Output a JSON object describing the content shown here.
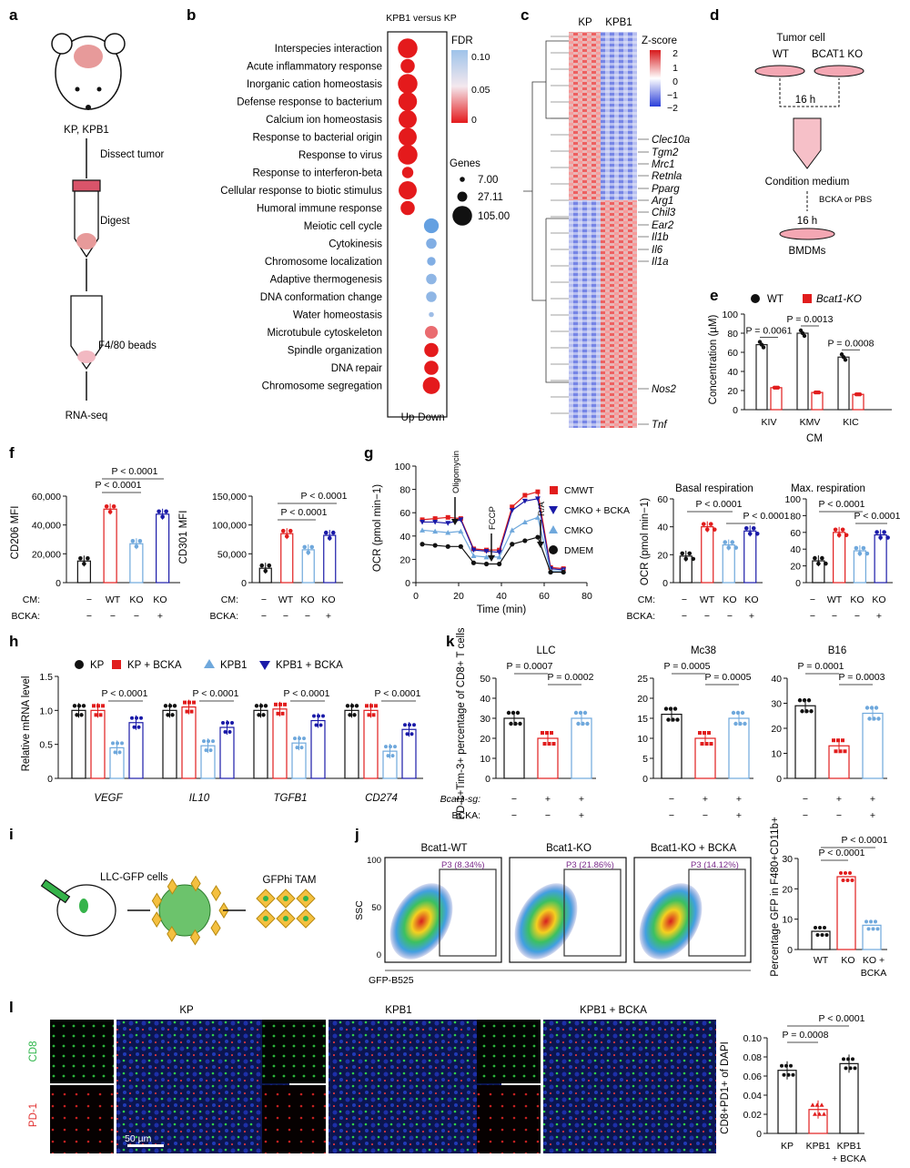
{
  "colors": {
    "red": "#e11d1d",
    "red_light": "#f28b8b",
    "blue_dark": "#1a1aa8",
    "blue_light": "#6fa8dc",
    "black": "#111111",
    "bar_outline_wt": "#222222"
  },
  "panel_letters": [
    "a",
    "b",
    "c",
    "d",
    "e",
    "f",
    "g",
    "h",
    "i",
    "j",
    "k",
    "l"
  ],
  "panel_a": {
    "labels": [
      "KP, KPB1",
      "Dissect tumor",
      "Digest",
      "F4/80 beads",
      "RNA-seq"
    ]
  },
  "panel_b": {
    "title": "KPB1 versus KP",
    "terms": [
      {
        "label": "Interspecies interaction",
        "col": "Up",
        "genes": 105,
        "fdr": 0.0
      },
      {
        "label": "Acute inflammatory response",
        "col": "Up",
        "genes": 55,
        "fdr": 0.0
      },
      {
        "label": "Inorganic cation homeostasis",
        "col": "Up",
        "genes": 105,
        "fdr": 0.0
      },
      {
        "label": "Defense response to bacterium",
        "col": "Up",
        "genes": 95,
        "fdr": 0.0
      },
      {
        "label": "Calcium ion homeostasis",
        "col": "Up",
        "genes": 90,
        "fdr": 0.0
      },
      {
        "label": "Response to bacterial origin",
        "col": "Up",
        "genes": 90,
        "fdr": 0.0
      },
      {
        "label": "Response to virus",
        "col": "Up",
        "genes": 105,
        "fdr": 0.0
      },
      {
        "label": "Response to interferon-beta",
        "col": "Up",
        "genes": 35,
        "fdr": 0.0
      },
      {
        "label": "Cellular response to biotic stimulus",
        "col": "Up",
        "genes": 90,
        "fdr": 0.0
      },
      {
        "label": "Humoral immune response",
        "col": "Up",
        "genes": 55,
        "fdr": 0.0
      },
      {
        "label": "Meiotic cell cycle",
        "col": "Down",
        "genes": 60,
        "fdr": 0.1
      },
      {
        "label": "Cytokinesis",
        "col": "Down",
        "genes": 30,
        "fdr": 0.09
      },
      {
        "label": "Chromosome localization",
        "col": "Down",
        "genes": 20,
        "fdr": 0.09
      },
      {
        "label": "Adaptive thermogenesis",
        "col": "Down",
        "genes": 30,
        "fdr": 0.085
      },
      {
        "label": "DNA conformation change",
        "col": "Down",
        "genes": 30,
        "fdr": 0.085
      },
      {
        "label": "Water homeostasis",
        "col": "Down",
        "genes": 7,
        "fdr": 0.08
      },
      {
        "label": "Microtubule cytoskeleton",
        "col": "Down",
        "genes": 45,
        "fdr": 0.02
      },
      {
        "label": "Spindle organization",
        "col": "Down",
        "genes": 55,
        "fdr": 0.0
      },
      {
        "label": "DNA repair",
        "col": "Down",
        "genes": 55,
        "fdr": 0.0
      },
      {
        "label": "Chromosome segregation",
        "col": "Down",
        "genes": 80,
        "fdr": 0.0
      }
    ],
    "x_labels": [
      "Up",
      "Down"
    ],
    "fdr_title": "FDR",
    "fdr_ticks": [
      "0.10",
      "0.05",
      "0"
    ],
    "genes_title": "Genes",
    "genes_legend": [
      "7.00",
      "27.11",
      "105.00"
    ]
  },
  "panel_c": {
    "col_labels": [
      "KP",
      "KPB1"
    ],
    "zscore_title": "Z-score",
    "zscore_ticks": [
      "2",
      "1",
      "0",
      "−1",
      "−2"
    ],
    "genes": [
      "Clec10a",
      "Tgm2",
      "Mrc1",
      "Retnla",
      "Pparg",
      "Arg1",
      "Chil3",
      "Ear2",
      "Il1b",
      "Il6",
      "Il1a",
      "Nos2",
      "Tnf"
    ]
  },
  "panel_d": {
    "tumor_cell": "Tumor cell",
    "wt": "WT",
    "ko": "BCAT1 KO",
    "time1": "16 h",
    "cm": "Condition medium",
    "treatment": "BCKA or PBS",
    "time2": "16 h",
    "bmdm": "BMDMs"
  },
  "panel_e": {
    "legend": [
      "WT",
      "Bcat1-KO"
    ],
    "ylabel": "Concentration (µM)",
    "yticks": [
      "0",
      "20",
      "40",
      "60",
      "80",
      "100"
    ],
    "xlabel": "CM",
    "categories": [
      "KIV",
      "KMV",
      "KIC"
    ],
    "wt": [
      68,
      80,
      55
    ],
    "ko": [
      23,
      18,
      16
    ],
    "pvalues": [
      "P = 0.0061",
      "P = 0.0013",
      "P = 0.0008"
    ]
  },
  "chart_data": [
    {
      "panel": "e",
      "type": "bar",
      "categories": [
        "KIV",
        "KMV",
        "KIC"
      ],
      "series": [
        {
          "name": "WT",
          "values": [
            68,
            80,
            55
          ]
        },
        {
          "name": "Bcat1-KO",
          "values": [
            23,
            18,
            16
          ]
        }
      ],
      "ylabel": "Concentration (µM)",
      "xlabel": "CM",
      "ylim": [
        0,
        100
      ]
    },
    {
      "panel": "f-CD206",
      "type": "bar",
      "categories": [
        "−",
        "WT",
        "KO",
        "KO+BCKA"
      ],
      "values": [
        15000,
        51000,
        27000,
        47500
      ],
      "ylabel": "CD206 MFI",
      "ylim": [
        0,
        60000
      ]
    },
    {
      "panel": "f-CD301",
      "type": "bar",
      "categories": [
        "−",
        "WT",
        "KO",
        "KO+BCKA"
      ],
      "values": [
        25000,
        85000,
        57000,
        82000
      ],
      "ylabel": "CD301 MFI",
      "ylim": [
        0,
        150000
      ]
    },
    {
      "panel": "g",
      "type": "line",
      "x": [
        3,
        9,
        15,
        21,
        27,
        33,
        39,
        45,
        51,
        57,
        63,
        69
      ],
      "series": [
        {
          "name": "CM^WT",
          "values": [
            54,
            55,
            56,
            55,
            29,
            28,
            28,
            65,
            75,
            78,
            13,
            12
          ]
        },
        {
          "name": "CM^KO + BCKA",
          "values": [
            52,
            52,
            51,
            54,
            28,
            27,
            26,
            62,
            70,
            72,
            12,
            11
          ]
        },
        {
          "name": "CM^KO",
          "values": [
            45,
            44,
            43,
            44,
            23,
            22,
            22,
            45,
            52,
            56,
            10,
            10
          ]
        },
        {
          "name": "DMEM",
          "values": [
            33,
            32,
            31,
            31,
            17,
            16,
            16,
            33,
            36,
            39,
            9,
            9
          ]
        }
      ],
      "xlabel": "Time (min)",
      "ylabel": "OCR (pmol min−1)",
      "xlim": [
        0,
        80
      ],
      "ylim": [
        0,
        100
      ]
    },
    {
      "panel": "g-basal",
      "type": "bar",
      "categories": [
        "−",
        "WT",
        "KO",
        "KO+BCKA"
      ],
      "values": [
        19,
        40,
        27,
        37
      ],
      "ylabel": "OCR (pmol min−1)",
      "ylim": [
        0,
        60
      ]
    },
    {
      "panel": "g-max",
      "type": "bar",
      "categories": [
        "−",
        "WT",
        "KO",
        "KO+BCKA"
      ],
      "values": [
        26,
        60,
        38,
        57
      ],
      "ylim": [
        0,
        100
      ]
    },
    {
      "panel": "h",
      "type": "bar",
      "categories": [
        "VEGF",
        "IL10",
        "TGFB1",
        "CD274"
      ],
      "series": [
        {
          "name": "KP",
          "values": [
            1.0,
            1.0,
            1.0,
            1.0
          ]
        },
        {
          "name": "KP + BCKA",
          "values": [
            1.0,
            1.05,
            1.02,
            1.0
          ]
        },
        {
          "name": "KPB1",
          "values": [
            0.45,
            0.48,
            0.52,
            0.4
          ]
        },
        {
          "name": "KPB1 + BCKA",
          "values": [
            0.82,
            0.75,
            0.85,
            0.72
          ]
        }
      ],
      "ylabel": "Relative mRNA level",
      "ylim": [
        0,
        1.5
      ]
    },
    {
      "panel": "k-LLC",
      "type": "bar",
      "categories": [
        "−/−",
        "+/−",
        "+/+"
      ],
      "values": [
        30,
        20,
        30
      ],
      "ylabel": "PD-1+Tim-3+ percentage of CD8+ T cells",
      "ylim": [
        0,
        50
      ]
    },
    {
      "panel": "k-Mc38",
      "type": "bar",
      "categories": [
        "−/−",
        "+/−",
        "+/+"
      ],
      "values": [
        16,
        10,
        15
      ],
      "ylim": [
        0,
        25
      ]
    },
    {
      "panel": "k-B16",
      "type": "bar",
      "categories": [
        "−/−",
        "+/−",
        "+/+"
      ],
      "values": [
        29,
        13,
        26
      ],
      "ylim": [
        0,
        40
      ]
    },
    {
      "panel": "j",
      "type": "bar",
      "categories": [
        "WT",
        "KO",
        "KO + BCKA"
      ],
      "values": [
        6,
        24,
        8
      ],
      "ylabel": "Percentage GFP in F480+CD11b+",
      "ylim": [
        0,
        30
      ]
    },
    {
      "panel": "l",
      "type": "bar",
      "categories": [
        "KP",
        "KPB1",
        "KPB1 + BCKA"
      ],
      "values": [
        0.066,
        0.025,
        0.073
      ],
      "ylabel": "CD8+PD1+ of DAPI",
      "ylim": [
        0,
        0.1
      ]
    }
  ],
  "panel_f": {
    "ylabel1": "CD206 MFI",
    "yticks1": [
      "0",
      "20,000",
      "40,000",
      "60,000"
    ],
    "p1": [
      "P < 0.0001",
      "P < 0.0001"
    ],
    "ylabel2": "CD301 MFI",
    "yticks2": [
      "0",
      "50,000",
      "100,000",
      "150,000"
    ],
    "p2": [
      "P < 0.0001",
      "P < 0.0001"
    ],
    "row_cm": "CM:",
    "row_bcka": "BCKA:",
    "cm_vals": [
      "−",
      "WT",
      "KO",
      "KO"
    ],
    "bcka_vals": [
      "−",
      "−",
      "−",
      "+"
    ]
  },
  "panel_g": {
    "ylabel": "OCR (pmol min−1)",
    "xlabel": "Time (min)",
    "yticks": [
      "0",
      "20",
      "40",
      "60",
      "80",
      "100"
    ],
    "xticks": [
      "0",
      "20",
      "40",
      "60",
      "80"
    ],
    "injections": [
      "Oligomycin",
      "FCCP",
      "R/A"
    ],
    "legend": [
      "CMWT",
      "CMKO + BCKA",
      "CMKO",
      "DMEM"
    ],
    "basal_title": "Basal respiration",
    "basal_ylabel": "OCR (pmol min−1)",
    "basal_yticks": [
      "0",
      "20",
      "40",
      "60"
    ],
    "basal_p": [
      "P < 0.0001",
      "P < 0.0001"
    ],
    "max_title": "Max. respiration",
    "max_yticks": [
      "0",
      "20",
      "40",
      "60",
      "80",
      "100"
    ],
    "max_p": [
      "P < 0.0001",
      "P < 0.0001"
    ]
  },
  "panel_h": {
    "legend": [
      "KP",
      "KP + BCKA",
      "KPB1",
      "KPB1 + BCKA"
    ],
    "ylabel": "Relative mRNA level",
    "yticks": [
      "0",
      "0.5",
      "1.0",
      "1.5"
    ],
    "genes": [
      "VEGF",
      "IL10",
      "TGFB1",
      "CD274"
    ],
    "p": [
      "P < 0.0001",
      "P < 0.0001",
      "P < 0.0001",
      "P < 0.0001"
    ]
  },
  "panel_k": {
    "titles": [
      "LLC",
      "Mc38",
      "B16"
    ],
    "ylabel": "PD-1+Tim-3+ percentage of CD8+ T cells",
    "llc_yticks": [
      "0",
      "10",
      "20",
      "30",
      "40",
      "50"
    ],
    "mc38_yticks": [
      "0",
      "5",
      "10",
      "15",
      "20",
      "25"
    ],
    "b16_yticks": [
      "0",
      "10",
      "20",
      "30",
      "40"
    ],
    "llc_p": [
      "P = 0.0007",
      "P = 0.0002"
    ],
    "mc38_p": [
      "P = 0.0005",
      "P = 0.0005"
    ],
    "b16_p": [
      "P = 0.0001",
      "P = 0.0003"
    ],
    "row1": "Bcat1-sg:",
    "row2": "BCKA:",
    "row1_vals": [
      "−",
      "+",
      "+"
    ],
    "row2_vals": [
      "−",
      "−",
      "+"
    ]
  },
  "panel_i": {
    "cells": "LLC-GFP cells",
    "tam": "GFPhi TAM"
  },
  "panel_j": {
    "titles": [
      "Bcat1-WT",
      "Bcat1-KO",
      "Bcat1-KO + BCKA"
    ],
    "gates": [
      "P3 (8.34%)",
      "P3 (21.86%)",
      "P3 (14.12%)"
    ],
    "ssc": "SSC",
    "gfp": "GFP-B525",
    "yticks": [
      "100",
      "50",
      "0"
    ],
    "bar_ylabel": "Percentage GFP in F480+CD11b+",
    "bar_yticks": [
      "0",
      "10",
      "20",
      "30"
    ],
    "bar_cats": [
      "WT",
      "KO",
      "KO +",
      "BCKA"
    ],
    "p": [
      "P < 0.0001",
      "P < 0.0001"
    ]
  },
  "panel_l": {
    "titles": [
      "KP",
      "KPB1",
      "KPB1 + BCKA"
    ],
    "row_labels": [
      "CD8",
      "PD-1"
    ],
    "scale": "50 µm",
    "ylabel": "CD8+PD1+ of DAPI",
    "yticks": [
      "0",
      "0.02",
      "0.04",
      "0.06",
      "0.08",
      "0.10"
    ],
    "cats": [
      "KP",
      "KPB1",
      "KPB1",
      "+ BCKA"
    ],
    "p": [
      "P = 0.0008",
      "P < 0.0001"
    ]
  }
}
